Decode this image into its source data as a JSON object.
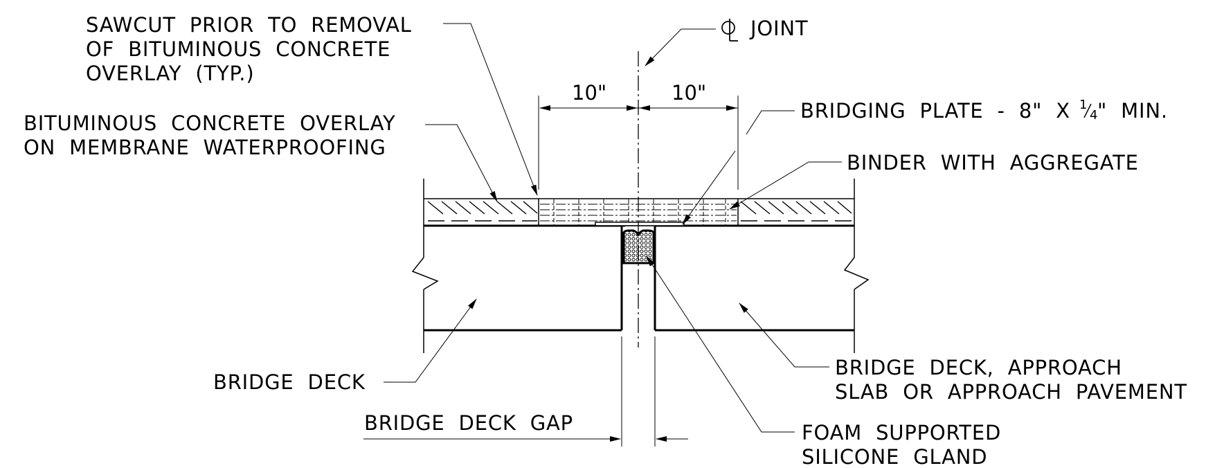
{
  "labels": {
    "sawcut": [
      "SAWCUT  PRIOR  TO  REMOVAL",
      "OF  BITUMINOUS  CONCRETE",
      "OVERLAY  (TYP.)"
    ],
    "joint": "JOINT",
    "overlay": [
      "BITUMINOUS  CONCRETE  OVERLAY",
      "ON  MEMBRANE  WATERPROOFING"
    ],
    "bridging_plate": "BRIDGING  PLATE  -  8\"  X",
    "bridging_plate_frac_num": "1",
    "bridging_plate_frac_den": "4",
    "bridging_plate_tail": "\"  MIN.",
    "binder": "BINDER  WITH  AGGREGATE",
    "bridge_deck": "BRIDGE  DECK",
    "approach": [
      "BRIDGE  DECK,  APPROACH",
      "SLAB  OR  APPROACH  PAVEMENT"
    ],
    "gap": "BRIDGE  DECK  GAP",
    "foam": [
      "FOAM  SUPPORTED",
      "SILICONE  GLAND"
    ]
  },
  "dimensions": {
    "left": "10\"",
    "right": "10\""
  }
}
